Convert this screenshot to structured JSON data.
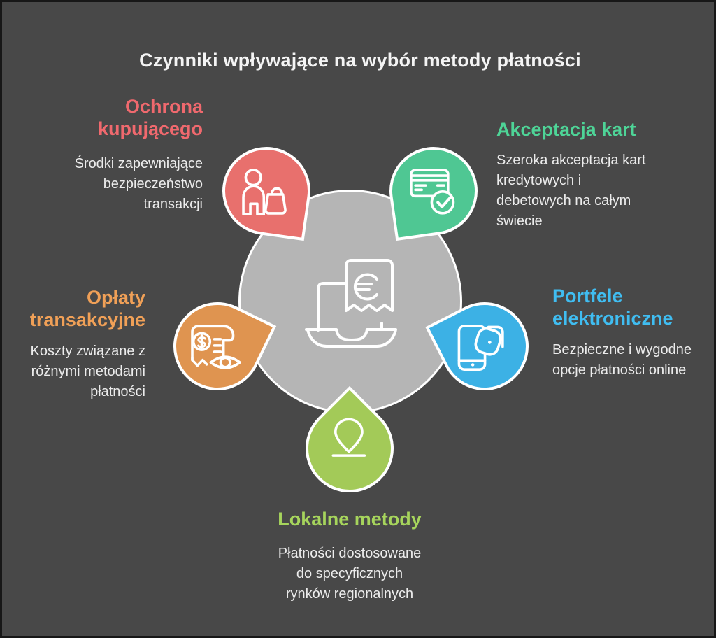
{
  "frame": {
    "background": "#484848",
    "border_color": "#171717"
  },
  "title": {
    "text": "Czynniki wpływające na wybór metody płatności",
    "color": "#f4f4f4"
  },
  "center": {
    "circle_color": "#b5b5b5",
    "border_color": "#ffffff",
    "icon": "laptop-receipt-euro"
  },
  "factors": [
    {
      "id": "buyer-protection",
      "heading_lines": [
        "Ochrona",
        "kupującego"
      ],
      "description_lines": [
        "Środki zapewniające",
        "bezpieczeństwo",
        "transakcji"
      ],
      "petal_color": "#e8706d",
      "heading_color": "#f0696e",
      "icon": "person-shopping-bag"
    },
    {
      "id": "card-acceptance",
      "heading_lines": [
        "Akceptacja kart"
      ],
      "description_lines": [
        "Szeroka akceptacja kart",
        "kredytowych i",
        "debetowych na całym",
        "świecie"
      ],
      "petal_color": "#4fc793",
      "heading_color": "#4ed497",
      "icon": "credit-card-check"
    },
    {
      "id": "transaction-fees",
      "heading_lines": [
        "Opłaty",
        "transakcyjne"
      ],
      "description_lines": [
        "Koszty związane z",
        "różnymi metodami",
        "płatności"
      ],
      "petal_color": "#df9450",
      "heading_color": "#f0a057",
      "icon": "receipt-eye"
    },
    {
      "id": "e-wallets",
      "heading_lines": [
        "Portfele",
        "elektroniczne"
      ],
      "description_lines": [
        "Bezpieczne i wygodne",
        "opcje płatności online"
      ],
      "petal_color": "#3cb1e5",
      "heading_color": "#40bdf1",
      "icon": "phone-wallet"
    },
    {
      "id": "local-methods",
      "heading_lines": [
        "Lokalne metody"
      ],
      "description_lines": [
        "Płatności dostosowane",
        "do specyficznych",
        "rynków regionalnych"
      ],
      "petal_color": "#a3ca58",
      "heading_color": "#a6d45c",
      "icon": "location-pin"
    }
  ]
}
